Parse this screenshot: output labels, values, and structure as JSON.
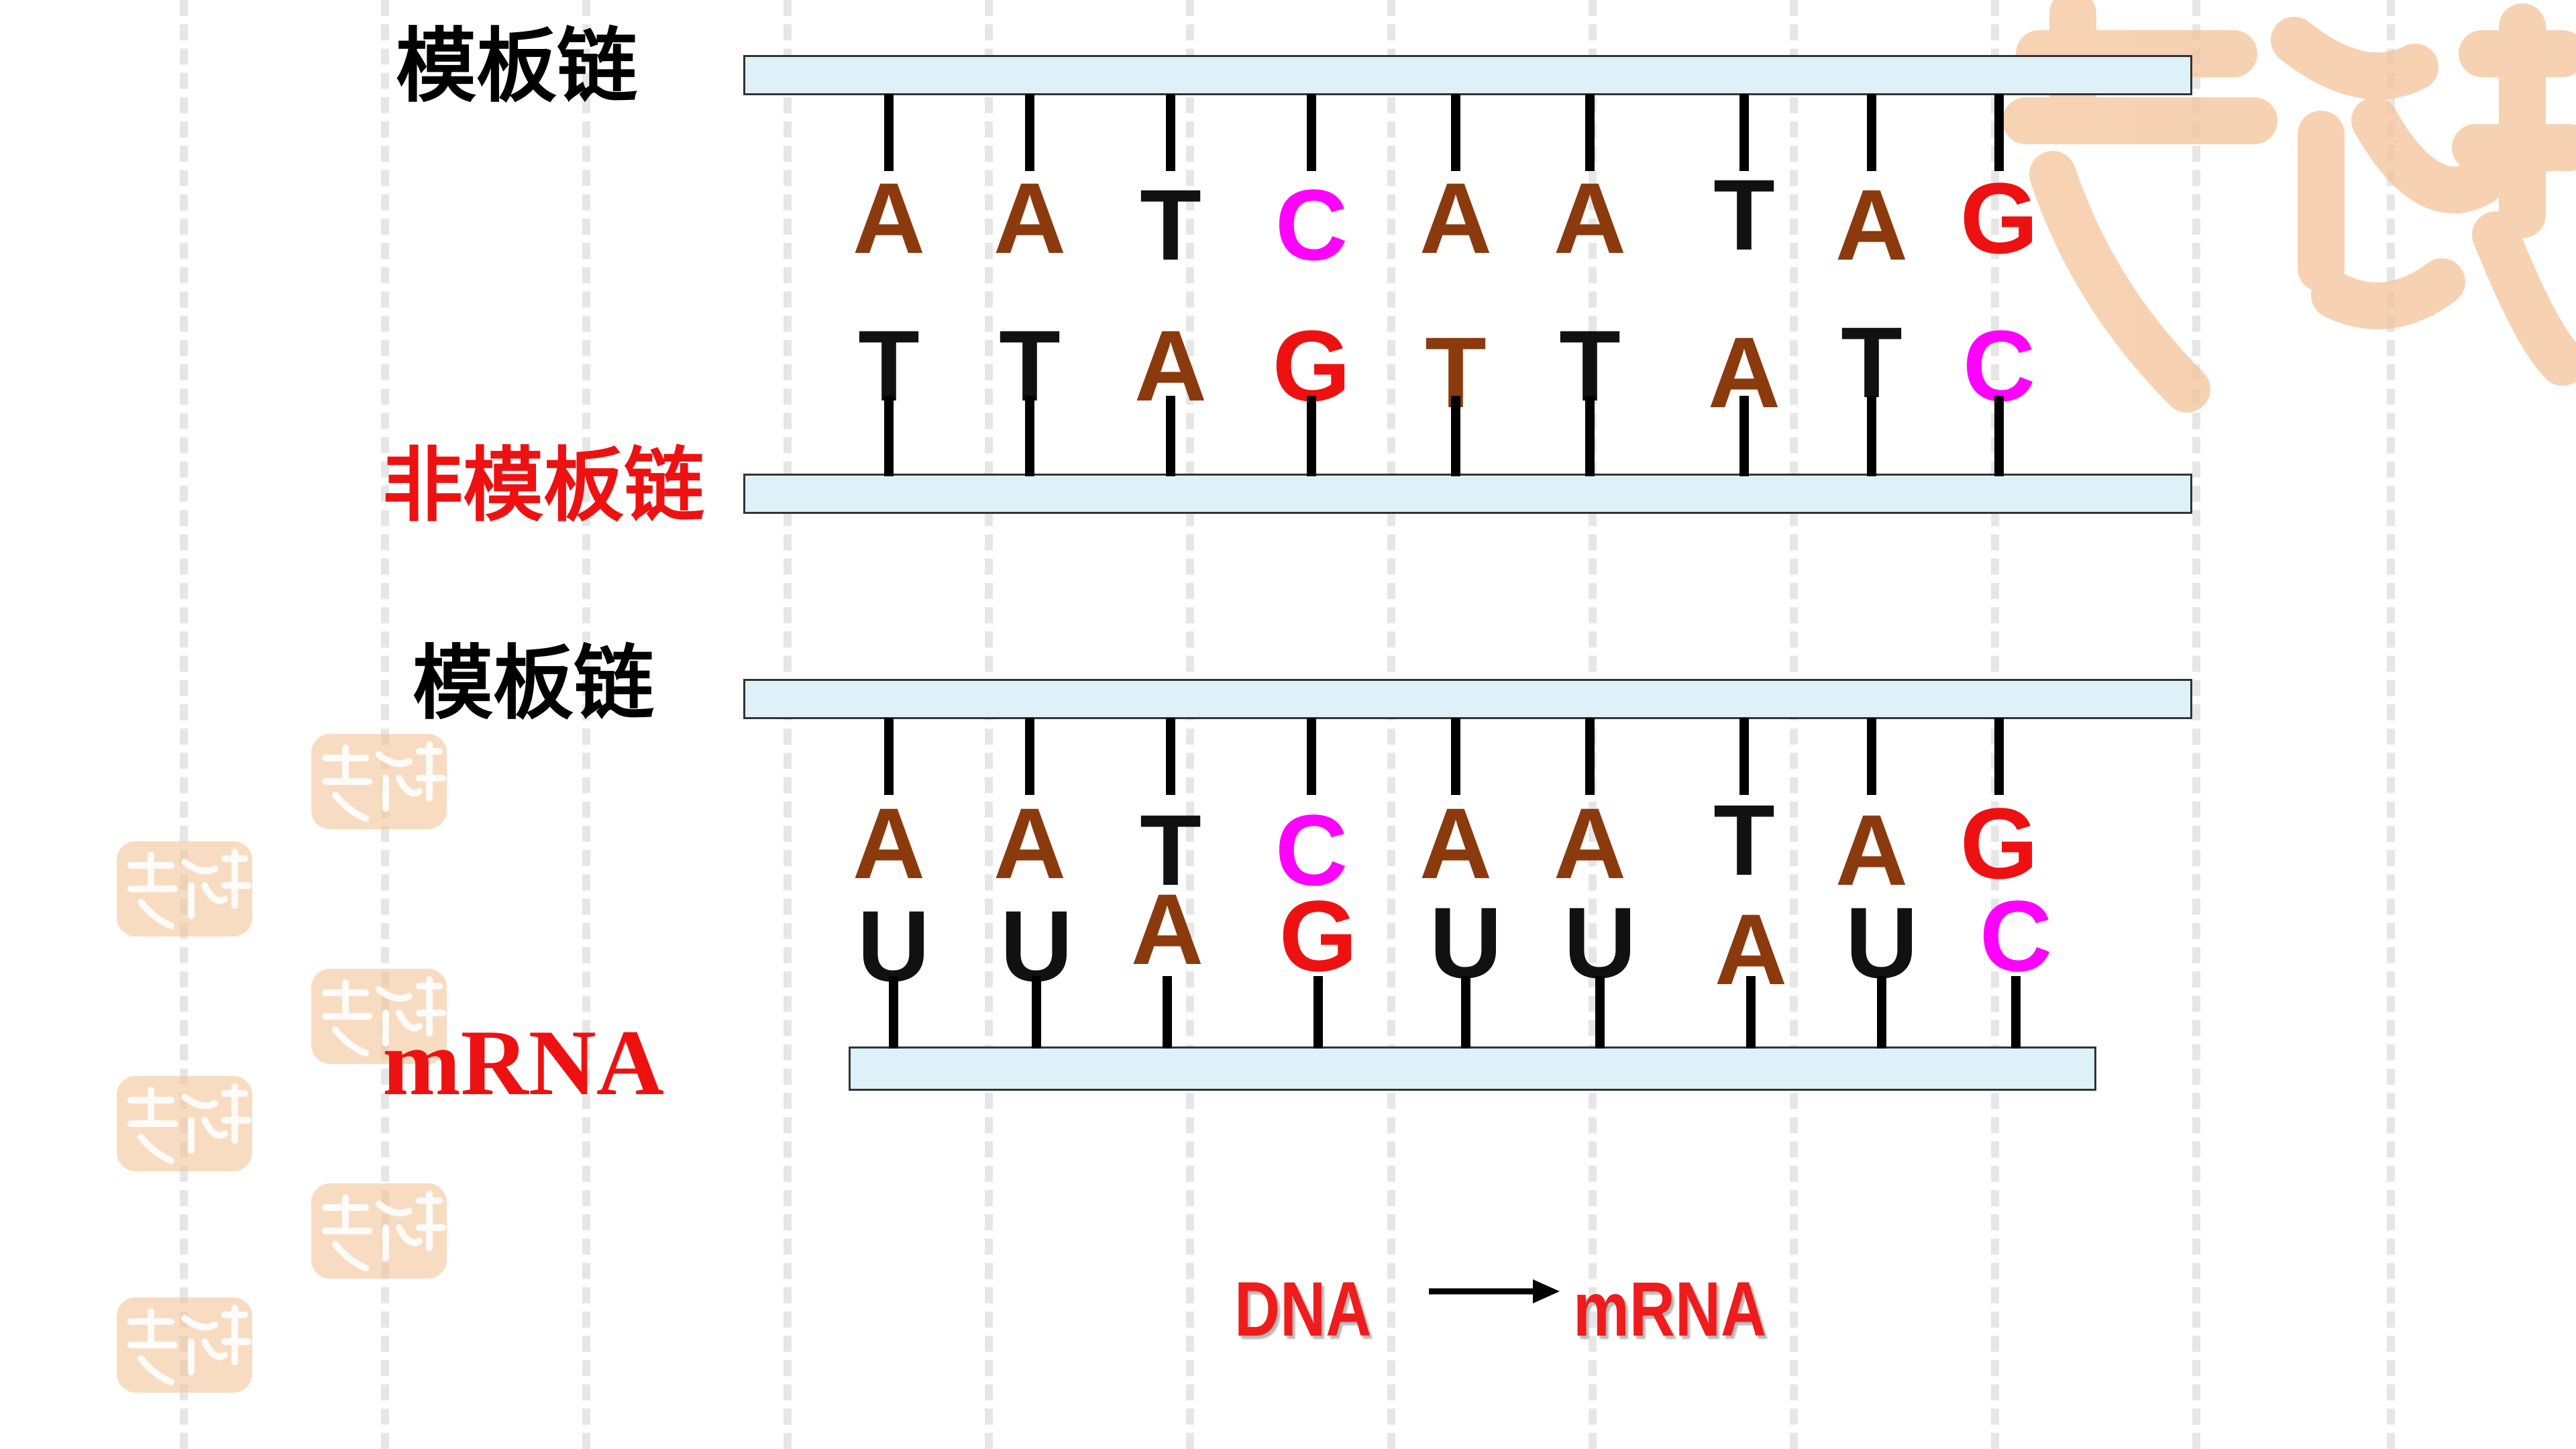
{
  "colors": {
    "A": "#8b3a0e",
    "T": "#111111",
    "U": "#111111",
    "C": "#ff00ff",
    "G": "#ee1111",
    "label_red": "#ee1111",
    "label_black": "#000000",
    "strand_fill": "#dff1f8",
    "seal": "#f4c49a"
  },
  "panel1": {
    "template_label": "模板链",
    "coding_label": "非模板链",
    "template_bases": [
      "A",
      "A",
      "T",
      "C",
      "A",
      "A",
      "T",
      "A",
      "G"
    ],
    "coding_bases": [
      "T",
      "T",
      "A",
      "G",
      "T",
      "T",
      "A",
      "T",
      "C"
    ],
    "coding_colors": [
      "T",
      "T",
      "A",
      "G",
      "A",
      "T",
      "A",
      "T",
      "C"
    ]
  },
  "panel2": {
    "template_label": "模板链",
    "rna_label": "mRNA",
    "template_bases": [
      "A",
      "A",
      "T",
      "C",
      "A",
      "A",
      "T",
      "A",
      "G"
    ],
    "rna_bases": [
      "U",
      "U",
      "A",
      "G",
      "U",
      "U",
      "A",
      "U",
      "C"
    ]
  },
  "flow": {
    "from": "DNA",
    "to": "mRNA"
  },
  "decor": {
    "seal_icon": "auspicious-seal-icon"
  }
}
